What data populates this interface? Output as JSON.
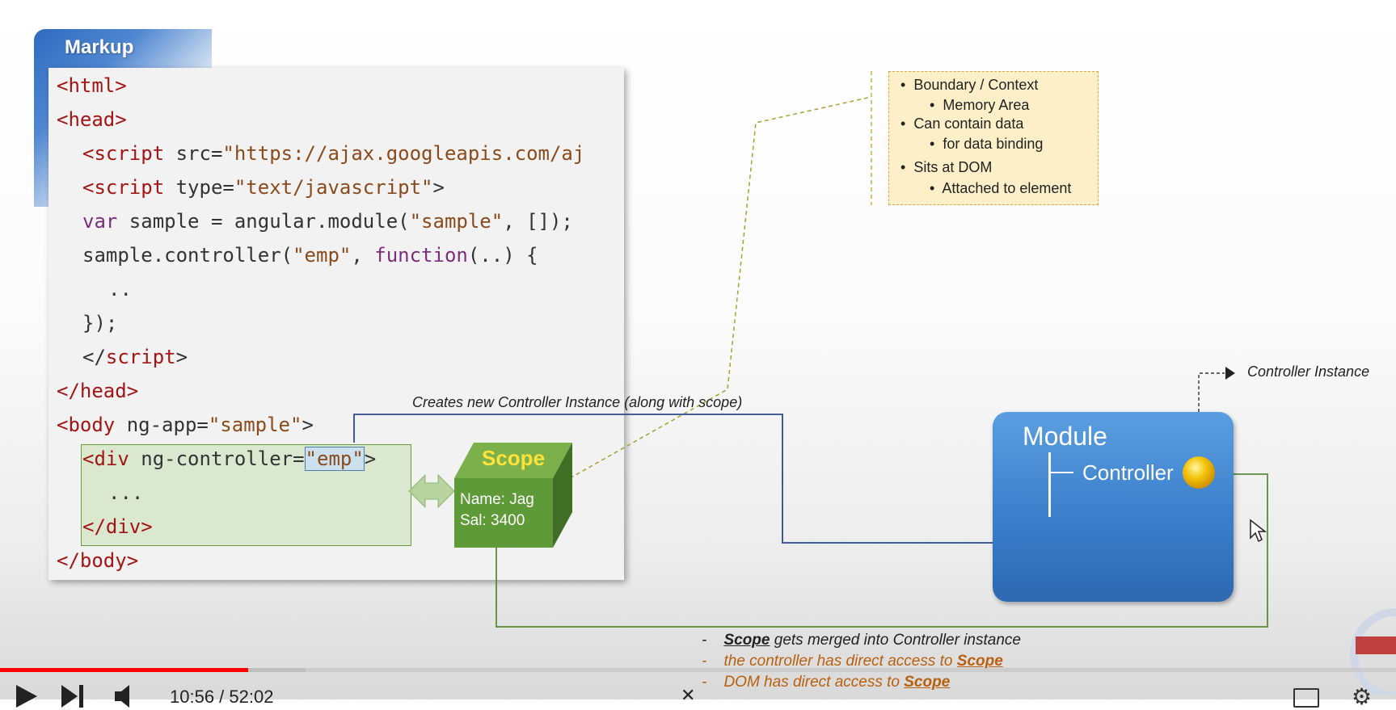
{
  "markup": {
    "title": "Markup",
    "lines": {
      "l1": "<html>",
      "l2": "<head>",
      "l3a": "<script",
      "l3b": " src=",
      "l3c": "\"https://ajax.googleapis.com/aj",
      "l4a": "<script",
      "l4b": " type=",
      "l4c": "\"text/javascript\"",
      "l4d": ">",
      "l5a": "var",
      "l5b": " sample = angular.module(",
      "l5c": "\"sample\"",
      "l5d": ", []);",
      "l6a": "sample.controller(",
      "l6b": "\"emp\"",
      "l6c": ", ",
      "l6d": "function",
      "l6e": "(..) {",
      "l7": "..",
      "l8": "});",
      "l9a": "</",
      "l9b": "script",
      "l9c": ">",
      "l10": "</head>",
      "l11a": "<body",
      "l11b": " ng-app=",
      "l11c": "\"sample\"",
      "l11d": ">",
      "l12a": "<div",
      "l12b": " ng-controller=",
      "l12c": "\"emp\"",
      "l12d": ">",
      "l13": "...",
      "l14": "</div>",
      "l15": "</body>"
    }
  },
  "scope": {
    "title": "Scope",
    "name_line": "Name: Jag",
    "sal_line": "Sal: 3400"
  },
  "arrow_label": "Creates new Controller Instance (along with scope)",
  "note": {
    "b1": "Boundary / Context",
    "b1a": "Memory Area",
    "b2": "Can contain data",
    "b2a": "for data binding",
    "b3": "Sits at DOM",
    "b3a": "Attached to element"
  },
  "module": {
    "title": "Module",
    "controller": "Controller",
    "instance_label": "Controller Instance"
  },
  "bullets": {
    "b1_bold": "Scope",
    "b1_rest": " gets merged into Controller instance",
    "b2_text": "the controller has direct access to ",
    "b2_bold": "Scope",
    "b3_text": "DOM has direct access to ",
    "b3_bold": "Scope"
  },
  "player": {
    "time": "10:56 / 52:02",
    "progress_fraction": 0.178,
    "buffer_fraction": 0.219
  },
  "colors": {
    "module_blue": "#3b7fcc",
    "scope_green": "#5e9a38",
    "note_bg": "#fdf0c8",
    "progress_red": "#ff0000",
    "orange_text": "#b8600f"
  }
}
